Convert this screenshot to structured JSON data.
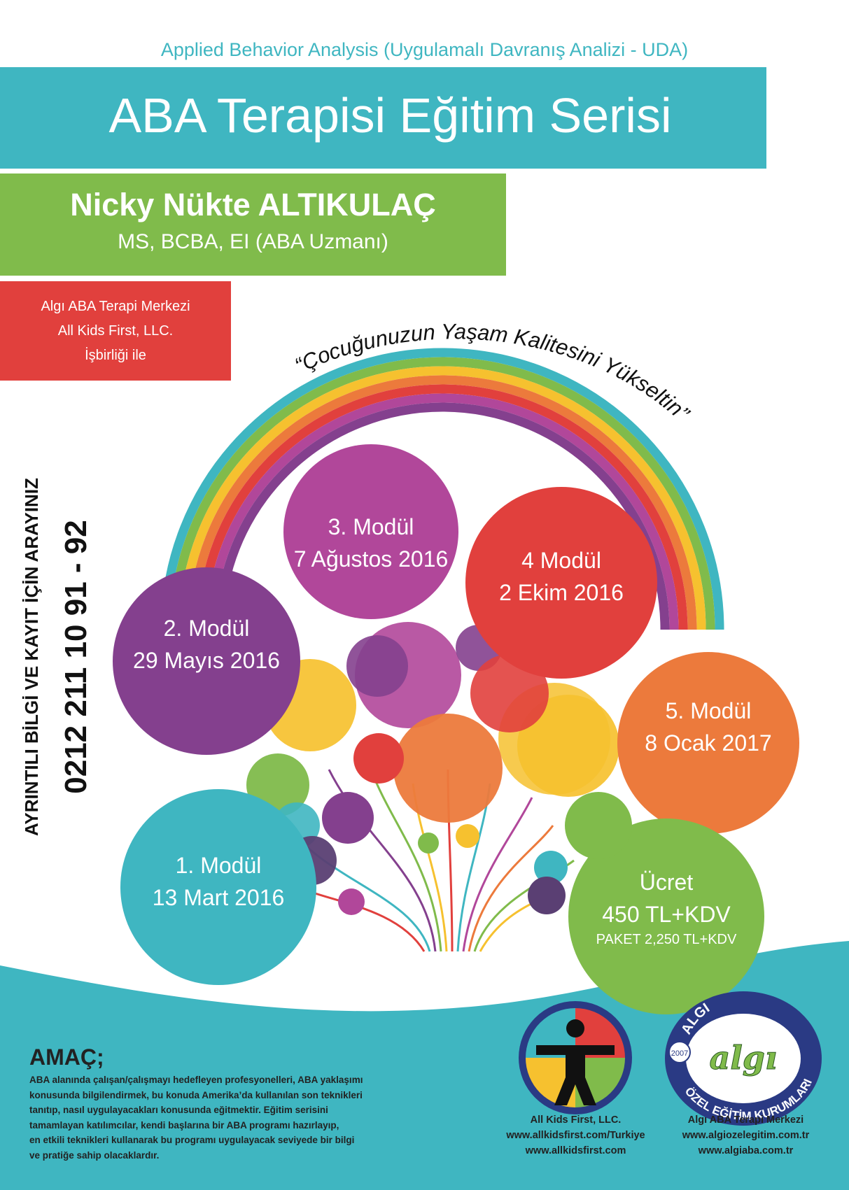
{
  "header": {
    "subtitle": "Applied Behavior Analysis (Uygulamalı Davranış Analizi - UDA)",
    "title": "ABA Terapisi Eğitim Serisi"
  },
  "instructor": {
    "name": "Nicky Nükte ALTIKULAÇ",
    "credentials": "MS, BCBA, EI (ABA Uzmanı)"
  },
  "partnership": {
    "line1": "Algı ABA Terapi Merkezi",
    "line2": "All Kids First, LLC.",
    "line3": "İşbirliği ile"
  },
  "quote": "“Çocuğunuzun Yaşam Kalitesini Yükseltin”",
  "contact": {
    "label": "AYRINTILI BİLGİ VE KAYIT İÇİN ARAYINIZ",
    "phone": "0212 211 10 91 - 92"
  },
  "modules": [
    {
      "title": "1. Modül",
      "date": "13 Mart 2016"
    },
    {
      "title": "2. Modül",
      "date": "29 Mayıs 2016"
    },
    {
      "title": "3. Modül",
      "date": "7 Ağustos 2016"
    },
    {
      "title": "4 Modül",
      "date": "2 Ekim 2016"
    },
    {
      "title": "5. Modül",
      "date": "8 Ocak 2017"
    }
  ],
  "price": {
    "label": "Ücret",
    "amount": "450 TL+KDV",
    "package": "PAKET 2,250 TL+KDV"
  },
  "goal": {
    "heading": "AMAÇ;",
    "lines": [
      "ABA alanında çalışan/çalışmayı hedefleyen profesyonelleri, ABA yaklaşımı",
      "konusunda bilgilendirmek, bu konuda Amerika’da kullanılan son teknikleri",
      "tanıtıp, nasıl uygulayacakları konusunda eğitmektir. Eğitim serisini",
      "tamamlayan katılımcılar, kendi başlarına bir ABA programı hazırlayıp,",
      "en etkili teknikleri kullanarak bu programı uygulayacak seviyede bir bilgi",
      "ve pratiğe sahip olacaklardır."
    ]
  },
  "logos": {
    "algi_top": "ALGI",
    "algi_year": "2007",
    "algi_word": "algı",
    "algi_bottom": "ÖZEL EĞİTİM KURUMLARI"
  },
  "footer": {
    "left": [
      "All Kids First, LLC.",
      "www.allkidsfirst.com/Turkiye",
      "www.allkidsfirst.com"
    ],
    "right": [
      "Algı ABA Terapi Merkezi",
      "www.algiozelegitim.com.tr",
      "www.algiaba.com.tr"
    ]
  },
  "colors": {
    "teal": "#3fb6c1",
    "green": "#80bb4b",
    "red": "#e1403d",
    "purple": "#84408e",
    "magenta": "#b1479a",
    "orange": "#ec7a3c",
    "yellow": "#f6c12f",
    "navy": "#2a3a84"
  }
}
